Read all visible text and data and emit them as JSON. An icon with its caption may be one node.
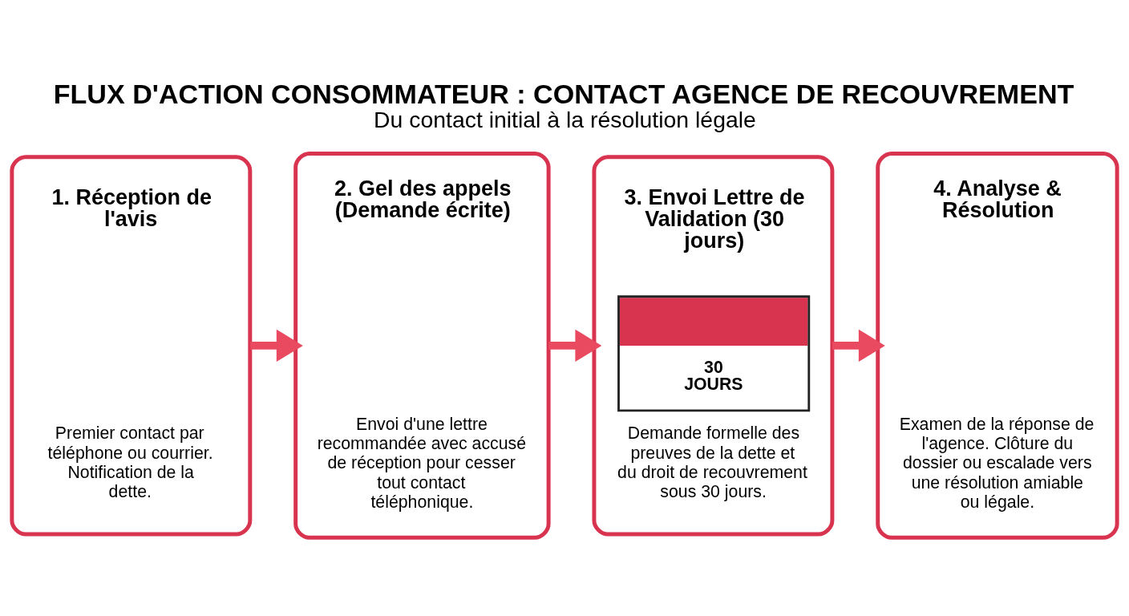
{
  "diagram": {
    "title": "FLUX D'ACTION CONSOMMATEUR : CONTACT AGENCE DE RECOUVREMENT",
    "caption": "Du contact initial à la résolution légale",
    "nodes": [
      {
        "text": [
          "1. Réception de l'avis",
          "Premier contact par téléphone ou courrier. Notification de la dette."
        ]
      },
      {
        "text": [
          "2. Gel des appels (Demande écrite)",
          "Envoi d'une lettre recommandée avec accusé de réception pour cesser tout contact téléphonique."
        ]
      },
      {
        "text": [
          "3. Envoi Lettre de Validation (30 jours)",
          "30 JOURS",
          "Demande formelle des preuves de la dette et du droit de recouvrement sous 30 jours."
        ]
      },
      {
        "text": [
          "4. Analyse & Résolution",
          "Examen de la réponse de l'agence. Clôture du dossier ou escalade vers une résolution amiable ou légale."
        ]
      }
    ],
    "edges": [
      {
        "from": 0,
        "to": 1,
        "arrow": "to"
      },
      {
        "from": 1,
        "to": 2,
        "arrow": "to"
      },
      {
        "from": 2,
        "to": 3,
        "arrow": "to"
      }
    ]
  }
}
